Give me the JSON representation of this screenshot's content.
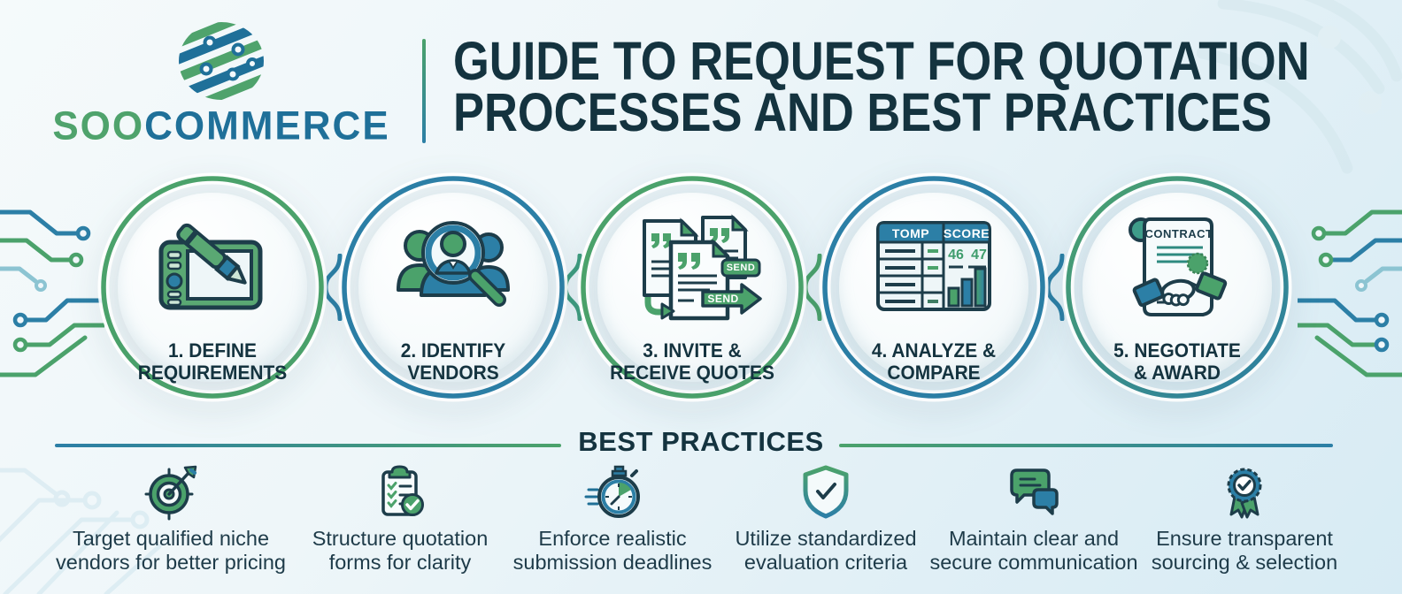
{
  "brand": {
    "wordmark_part1": "SOO",
    "wordmark_part2": "COMMERCE"
  },
  "header": {
    "title_line1": "GUIDE TO REQUEST FOR QUOTATION",
    "title_line2": "PROCESSES AND BEST PRACTICES"
  },
  "steps": [
    {
      "icon": "drawing-tablet-pen-icon",
      "label_line1": "1. DEFINE",
      "label_line2": "REQUIREMENTS"
    },
    {
      "icon": "vendor-search-magnifier-icon",
      "label_line1": "2. IDENTIFY",
      "label_line2": "VENDORS"
    },
    {
      "icon": "quote-documents-send-icon",
      "label_line1": "3. INVITE &",
      "label_line2": "RECEIVE QUOTES",
      "send_pill_label": "SEND",
      "send_arrow_label": "SEND"
    },
    {
      "icon": "comparison-table-bar-chart-icon",
      "label_line1": "4. ANALYZE &",
      "label_line2": "COMPARE",
      "table_header_left": "TOMP",
      "table_header_right": "SCORE",
      "score_left": "46",
      "score_right": "47"
    },
    {
      "icon": "contract-handshake-icon",
      "label_line1": "5. NEGOTIATE",
      "label_line2": "& AWARD",
      "contract_label": "CONTRACT"
    }
  ],
  "best_practices": {
    "heading": "BEST PRACTICES",
    "items": [
      {
        "icon": "target-arrow-icon",
        "line1": "Target qualified niche",
        "line2": "vendors for better pricing"
      },
      {
        "icon": "clipboard-checklist-icon",
        "line1": "Structure quotation",
        "line2": "forms for clarity"
      },
      {
        "icon": "stopwatch-icon",
        "line1": "Enforce realistic",
        "line2": "submission deadlines"
      },
      {
        "icon": "shield-check-icon",
        "line1": "Utilize standardized",
        "line2": "evaluation criteria"
      },
      {
        "icon": "chat-bubbles-icon",
        "line1": "Maintain clear and",
        "line2": "secure communication"
      },
      {
        "icon": "award-ribbon-icon",
        "line1": "Ensure transparent",
        "line2": "sourcing & selection"
      }
    ]
  },
  "colors": {
    "green": "#4ba26b",
    "blue": "#2c7fa6",
    "navy": "#14333f",
    "background_light": "#eef6fa"
  }
}
